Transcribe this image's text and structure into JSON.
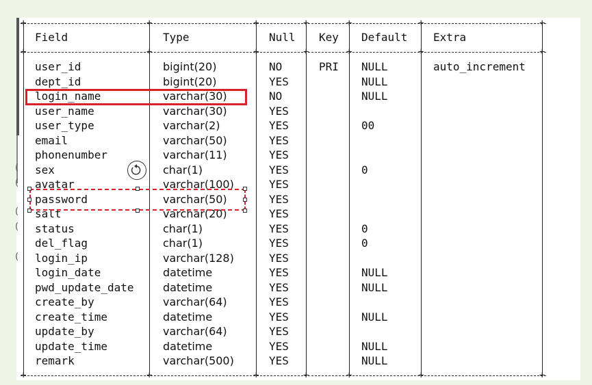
{
  "table": {
    "headers": [
      "Field",
      "Type",
      "Null",
      "Key",
      "Default",
      "Extra"
    ],
    "rows": [
      [
        "user_id",
        "bigint(20)",
        "NO",
        "PRI",
        "NULL",
        "auto_increment"
      ],
      [
        "dept_id",
        "bigint(20)",
        "YES",
        "",
        "NULL",
        ""
      ],
      [
        "login_name",
        "varchar(30)",
        "NO",
        "",
        "NULL",
        ""
      ],
      [
        "user_name",
        "varchar(30)",
        "YES",
        "",
        "",
        ""
      ],
      [
        "user_type",
        "varchar(2)",
        "YES",
        "",
        "00",
        ""
      ],
      [
        "email",
        "varchar(50)",
        "YES",
        "",
        "",
        ""
      ],
      [
        "phonenumber",
        "varchar(11)",
        "YES",
        "",
        "",
        ""
      ],
      [
        "sex",
        "char(1)",
        "YES",
        "",
        "0",
        ""
      ],
      [
        "avatar",
        "varchar(100)",
        "YES",
        "",
        "",
        ""
      ],
      [
        "password",
        "varchar(50)",
        "YES",
        "",
        "",
        ""
      ],
      [
        "salt",
        "varchar(20)",
        "YES",
        "",
        "",
        ""
      ],
      [
        "status",
        "char(1)",
        "YES",
        "",
        "0",
        ""
      ],
      [
        "del_flag",
        "char(1)",
        "YES",
        "",
        "0",
        ""
      ],
      [
        "login_ip",
        "varchar(128)",
        "YES",
        "",
        "",
        ""
      ],
      [
        "login_date",
        "datetime",
        "YES",
        "",
        "NULL",
        ""
      ],
      [
        "pwd_update_date",
        "datetime",
        "YES",
        "",
        "NULL",
        ""
      ],
      [
        "create_by",
        "varchar(64)",
        "YES",
        "",
        "",
        ""
      ],
      [
        "create_time",
        "datetime",
        "YES",
        "",
        "NULL",
        ""
      ],
      [
        "update_by",
        "varchar(64)",
        "YES",
        "",
        "",
        ""
      ],
      [
        "update_time",
        "datetime",
        "YES",
        "",
        "NULL",
        ""
      ],
      [
        "remark",
        "varchar(500)",
        "YES",
        "",
        "NULL",
        ""
      ]
    ]
  },
  "annotations": {
    "highlight_color": "#d9212c",
    "highlighted_rows": [
      "login_name",
      "password"
    ],
    "selection_icon": "rotate-icon"
  },
  "colors": {
    "background": "#eef4e6",
    "sheet": "#ffffff",
    "text": "#111111"
  }
}
